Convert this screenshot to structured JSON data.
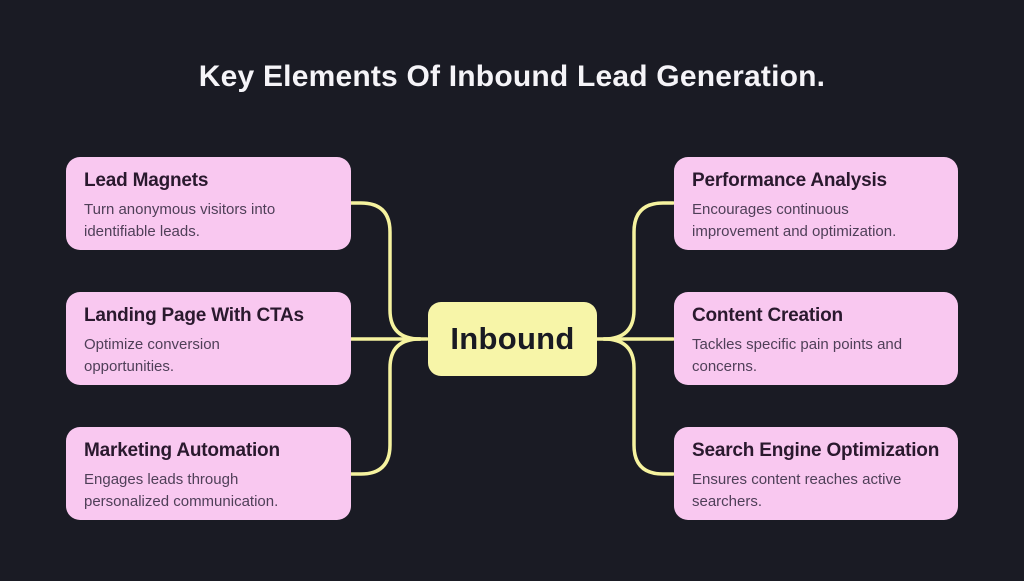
{
  "page": {
    "title": "Key Elements Of Inbound Lead Generation."
  },
  "center": {
    "label": "Inbound"
  },
  "left_nodes": [
    {
      "title": "Lead Magnets",
      "description": "Turn anonymous visitors into\nidentifiable leads."
    },
    {
      "title": "Landing Page With CTAs",
      "description": "Optimize conversion\nopportunities."
    },
    {
      "title": "Marketing Automation",
      "description": "Engages leads through\npersonalized communication."
    }
  ],
  "right_nodes": [
    {
      "title": "Performance Analysis",
      "description": "Encourages continuous\nimprovement and optimization."
    },
    {
      "title": "Content Creation",
      "description": "Tackles specific pain points and\nconcerns."
    },
    {
      "title": "Search Engine Optimization",
      "description": "Ensures content reaches active\nsearchers."
    }
  ],
  "colors": {
    "background": "#1a1b24",
    "node_fill": "#f9c8f0",
    "node_title": "#2a192e",
    "node_description": "#4f3f58",
    "center_fill": "#f7f5a8",
    "center_text": "#191a23",
    "connector": "#f6f39f",
    "title_text": "#f5f4f8"
  }
}
